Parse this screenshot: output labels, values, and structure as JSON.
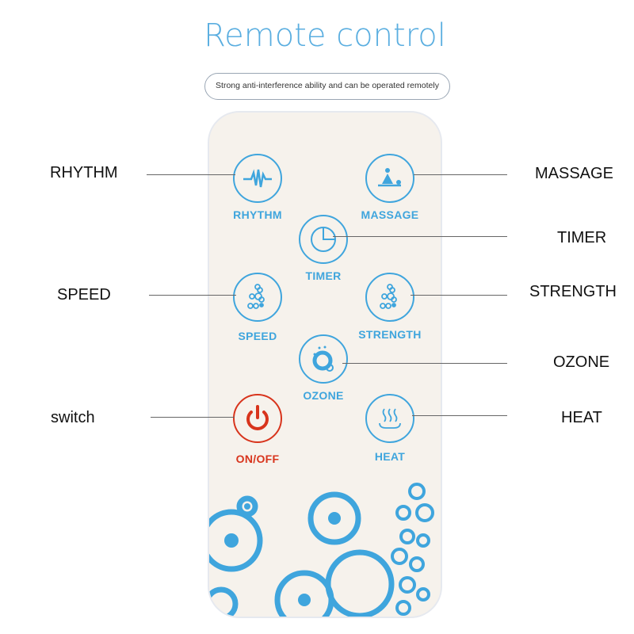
{
  "title": "Remote control",
  "subtitle": "Strong anti-interference ability and can be operated remotely",
  "buttons": {
    "rhythm": "RHYTHM",
    "massage": "MASSAGE",
    "timer": "TIMER",
    "speed": "SPEED",
    "strength": "STRENGTH",
    "ozone": "OZONE",
    "onoff": "ON/OFF",
    "heat": "HEAT"
  },
  "callouts": {
    "rhythm": "RHYTHM",
    "massage": "MASSAGE",
    "timer": "TIMER",
    "speed": "SPEED",
    "strength": "STRENGTH",
    "ozone": "OZONE",
    "switch": "switch",
    "heat": "HEAT"
  },
  "colors": {
    "accent": "#3fa5dd",
    "power": "#d8341c",
    "title": "#5aaee0"
  }
}
